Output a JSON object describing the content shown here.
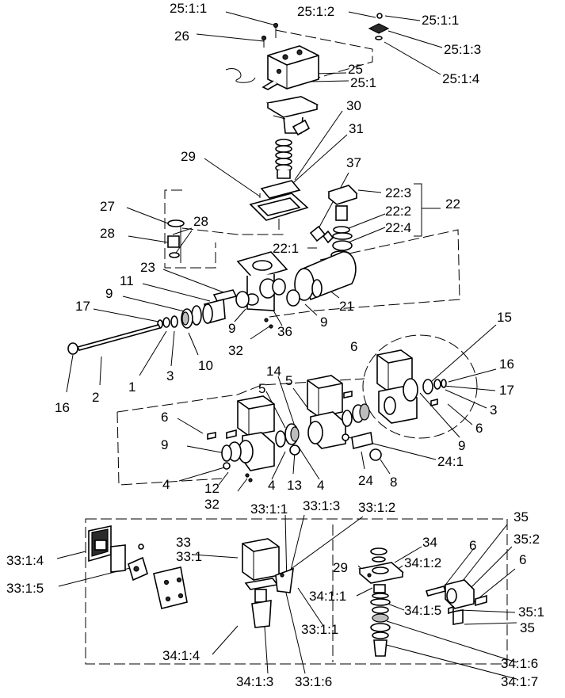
{
  "callouts": [
    {
      "id": "c-25-1-1-top",
      "text": "25:1:1"
    },
    {
      "id": "c-26",
      "text": "26"
    },
    {
      "id": "c-25-1-2",
      "text": "25:1:2"
    },
    {
      "id": "c-25-1-1-right",
      "text": "25:1:1"
    },
    {
      "id": "c-25-1-3",
      "text": "25:1:3"
    },
    {
      "id": "c-25-1-4",
      "text": "25:1:4"
    },
    {
      "id": "c-25",
      "text": "25"
    },
    {
      "id": "c-25-1",
      "text": "25:1"
    },
    {
      "id": "c-30",
      "text": "30"
    },
    {
      "id": "c-31",
      "text": "31"
    },
    {
      "id": "c-29-top",
      "text": "29"
    },
    {
      "id": "c-37",
      "text": "37"
    },
    {
      "id": "c-22-3",
      "text": "22:3"
    },
    {
      "id": "c-22-2",
      "text": "22:2"
    },
    {
      "id": "c-22",
      "text": "22"
    },
    {
      "id": "c-22-4",
      "text": "22:4"
    },
    {
      "id": "c-27",
      "text": "27"
    },
    {
      "id": "c-28-right",
      "text": "28"
    },
    {
      "id": "c-28-left",
      "text": "28"
    },
    {
      "id": "c-22-1",
      "text": "22:1"
    },
    {
      "id": "c-23",
      "text": "23"
    },
    {
      "id": "c-11",
      "text": "11"
    },
    {
      "id": "c-9-a",
      "text": "9"
    },
    {
      "id": "c-17-left",
      "text": "17"
    },
    {
      "id": "c-21",
      "text": "21"
    },
    {
      "id": "c-9-b",
      "text": "9"
    },
    {
      "id": "c-9-c",
      "text": "9"
    },
    {
      "id": "c-36",
      "text": "36"
    },
    {
      "id": "c-32-top",
      "text": "32"
    },
    {
      "id": "c-10",
      "text": "10"
    },
    {
      "id": "c-3-left",
      "text": "3"
    },
    {
      "id": "c-1",
      "text": "1"
    },
    {
      "id": "c-2",
      "text": "2"
    },
    {
      "id": "c-16-left",
      "text": "16"
    },
    {
      "id": "c-15",
      "text": "15"
    },
    {
      "id": "c-6-top",
      "text": "6"
    },
    {
      "id": "c-16-right",
      "text": "16"
    },
    {
      "id": "c-14",
      "text": "14"
    },
    {
      "id": "c-5-a",
      "text": "5"
    },
    {
      "id": "c-5-b",
      "text": "5"
    },
    {
      "id": "c-17-right",
      "text": "17"
    },
    {
      "id": "c-3-right",
      "text": "3"
    },
    {
      "id": "c-6-right",
      "text": "6"
    },
    {
      "id": "c-6-left",
      "text": "6"
    },
    {
      "id": "c-9-d",
      "text": "9"
    },
    {
      "id": "c-9-e",
      "text": "9"
    },
    {
      "id": "c-24-1",
      "text": "24:1"
    },
    {
      "id": "c-4-a",
      "text": "4"
    },
    {
      "id": "c-12",
      "text": "12"
    },
    {
      "id": "c-4-b",
      "text": "4"
    },
    {
      "id": "c-13",
      "text": "13"
    },
    {
      "id": "c-4-c",
      "text": "4"
    },
    {
      "id": "c-24",
      "text": "24"
    },
    {
      "id": "c-8",
      "text": "8"
    },
    {
      "id": "c-32-mid",
      "text": "32"
    },
    {
      "id": "c-33-1-1-top",
      "text": "33:1:1"
    },
    {
      "id": "c-33-1-3",
      "text": "33:1:3"
    },
    {
      "id": "c-33-1-2",
      "text": "33:1:2"
    },
    {
      "id": "c-35-top",
      "text": "35"
    },
    {
      "id": "c-33",
      "text": "33"
    },
    {
      "id": "c-34",
      "text": "34"
    },
    {
      "id": "c-33-1",
      "text": "33:1"
    },
    {
      "id": "c-35-2",
      "text": "35:2"
    },
    {
      "id": "c-6-br-a",
      "text": "6"
    },
    {
      "id": "c-33-1-4",
      "text": "33:1:4"
    },
    {
      "id": "c-29-bottom",
      "text": "29"
    },
    {
      "id": "c-34-1-2",
      "text": "34:1:2"
    },
    {
      "id": "c-6-br-b",
      "text": "6"
    },
    {
      "id": "c-33-1-5",
      "text": "33:1:5"
    },
    {
      "id": "c-34-1-1",
      "text": "34:1:1"
    },
    {
      "id": "c-34-1-5",
      "text": "34:1:5"
    },
    {
      "id": "c-35-1",
      "text": "35:1"
    },
    {
      "id": "c-33-1-1-bottom",
      "text": "33:1:1"
    },
    {
      "id": "c-35-bottom",
      "text": "35"
    },
    {
      "id": "c-34-1-4",
      "text": "34:1:4"
    },
    {
      "id": "c-34-1-6",
      "text": "34:1:6"
    },
    {
      "id": "c-34-1-3",
      "text": "34:1:3"
    },
    {
      "id": "c-33-1-6",
      "text": "33:1:6"
    },
    {
      "id": "c-34-1-7",
      "text": "34:1:7"
    }
  ]
}
